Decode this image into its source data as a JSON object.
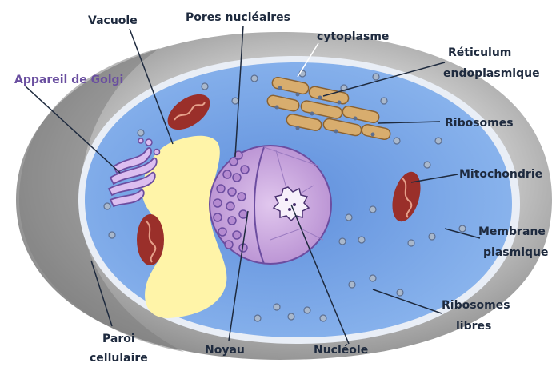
{
  "diagram": {
    "labels": {
      "vacuole": "Vacuole",
      "pores_nucleaires": "Pores nucléaires",
      "cytoplasme": "cytoplasme",
      "reticulum_line1": "Réticulum",
      "reticulum_line2": "endoplasmique",
      "appareil_golgi": "Appareil de Golgi",
      "ribosomes": "Ribosomes",
      "mitochondrie": "Mitochondrie",
      "membrane_line1": "Membrane",
      "membrane_line2": "plasmique",
      "ribosomes_libres_line1": "Ribosomes",
      "ribosomes_libres_line2": "libres",
      "paroi_line1": "Paroi",
      "paroi_line2": "cellulaire",
      "noyau": "Noyau",
      "nucleole": "Nucléole"
    },
    "colors": {
      "cell_wall": "#9a9a9a",
      "cytoplasm": "#7ea9e8",
      "vacuole": "#fff3a6",
      "nucleus": "#c9a4dc",
      "mitochondria": "#9a2f2a",
      "golgi": "#d9b8ec",
      "reticulum": "#d6ab6b"
    }
  }
}
